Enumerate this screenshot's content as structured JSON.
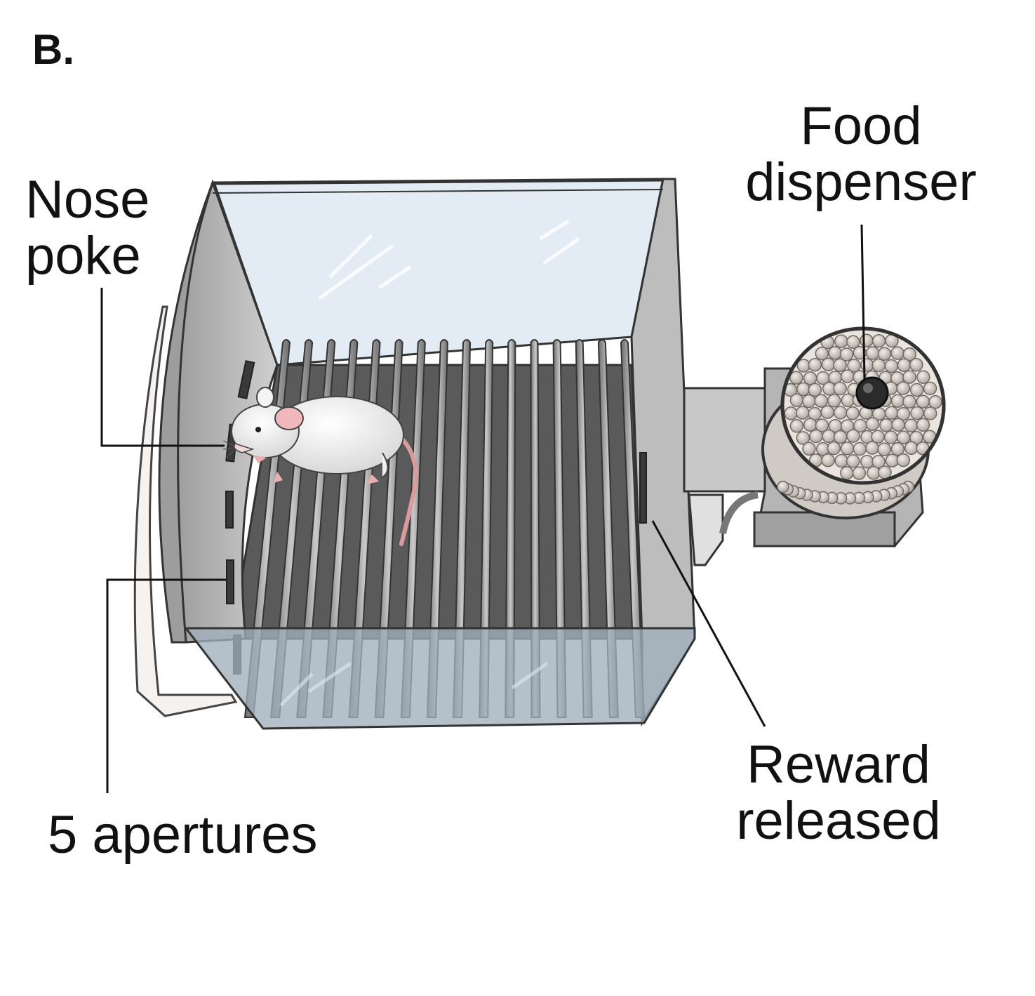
{
  "panel_letter": "B.",
  "labels": {
    "nose_poke": "Nose\npoke",
    "food_dispenser": "Food\ndispenser",
    "five_apertures": "5 apertures",
    "reward_released": "Reward\nreleased"
  },
  "colors": {
    "chamber_frame": "#a9a9a9",
    "left_wall": "#bdbdbd",
    "back_glass": "#e3ecf4",
    "front_glass": "#9fb0bc",
    "floor": "#5a5a5a",
    "grid_bar": "#8e8e8e",
    "mouse": "#f4f4f4",
    "pellet": "#d9d3cc"
  },
  "grid_bar_count": 16,
  "aperture_count": 5
}
